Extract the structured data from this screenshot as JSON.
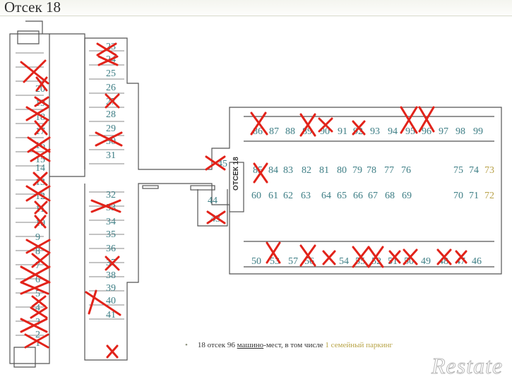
{
  "header": {
    "title": "Отсек 18"
  },
  "plan": {
    "corridor_label": "ОТСЕК 18",
    "spots_left_top": [
      "23",
      "24",
      "25",
      "26",
      "27",
      "28",
      "29",
      "30",
      "31"
    ],
    "spots_left_bottom": [
      "32",
      "33",
      "34",
      "35",
      "36",
      "37",
      "38",
      "39",
      "40",
      "41"
    ],
    "spots_mid": [
      "44",
      "43",
      "45"
    ],
    "spots_right_top": [
      "86",
      "87",
      "88",
      "89",
      "90",
      "91",
      "92",
      "93",
      "94",
      "95",
      "96",
      "97",
      "98",
      "99"
    ],
    "spots_right_row2": [
      "85",
      "84",
      "83",
      "82",
      "81",
      "80",
      "79",
      "78",
      "77",
      "76"
    ],
    "spots_right_row3": [
      "60",
      "61",
      "62",
      "63",
      "64",
      "65",
      "66",
      "67",
      "68",
      "69"
    ],
    "spots_right_side_top": [
      "75",
      "74",
      "73"
    ],
    "spots_right_side_bottom": [
      "70",
      "71",
      "72"
    ],
    "spots_right_bottom": [
      "50",
      "53",
      "57",
      "56",
      "54",
      "55",
      "52",
      "51",
      "50",
      "49",
      "48",
      "47",
      "46"
    ],
    "spots_far_left": [
      "20",
      "19",
      "18",
      "17",
      "16",
      "15",
      "14",
      "13",
      "12",
      "11",
      "10",
      "9",
      "8",
      "7",
      "6",
      "5",
      "4",
      "3",
      "2",
      "1"
    ],
    "sold_marker_color": "#e2231a",
    "spot_number_color": "#3f7f86",
    "family_spot_color": "#b9a24a"
  },
  "legend": {
    "bullet": "•",
    "text_start": "18 отсек 96 ",
    "text_underlined": "машино",
    "text_middle": "-мест, в том числе ",
    "text_family": "1 семейный паркинг"
  },
  "watermark": {
    "logo_text": "Restate"
  }
}
